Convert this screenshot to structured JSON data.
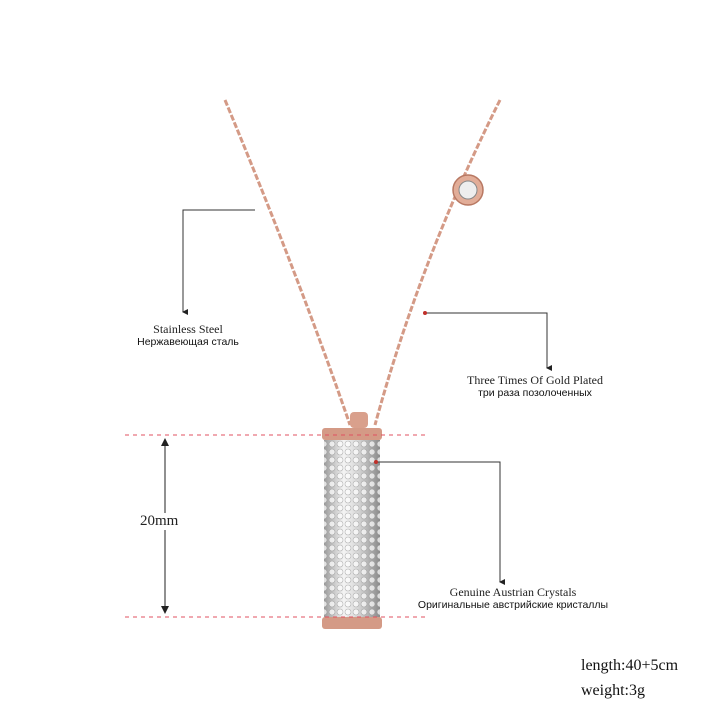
{
  "annotations": {
    "chain": {
      "en": "Stainless Steel",
      "ru": "Нержавеющая сталь"
    },
    "plating": {
      "en": "Three Times Of Gold Plated",
      "ru": "три раза позолоченных"
    },
    "crystals": {
      "en": "Genuine Austrian Crystals",
      "ru": "Оригинальные австрийские кристаллы"
    }
  },
  "dimension": {
    "height_label": "20mm"
  },
  "specs": {
    "length": "length:40+5cm",
    "weight": "weight:3g"
  },
  "colors": {
    "rose_gold": "#d49a86",
    "guide_red": "#e05060",
    "leader": "#333333"
  }
}
